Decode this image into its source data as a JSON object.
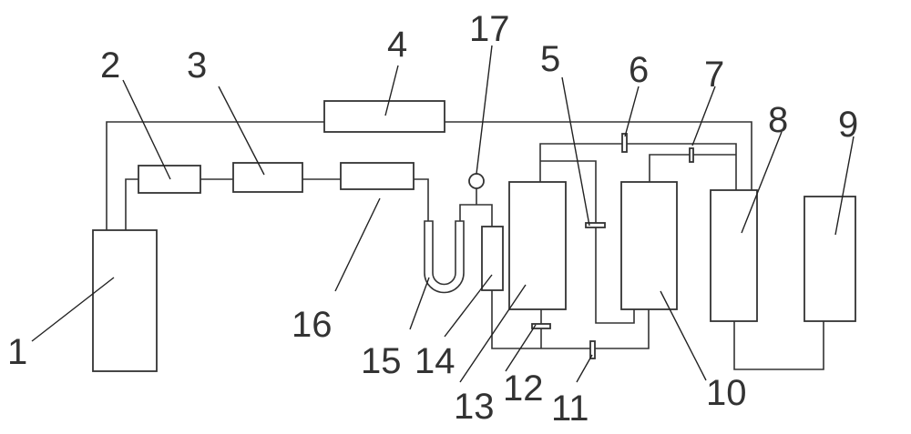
{
  "labels": {
    "c1": "1",
    "c2": "2",
    "c3": "3",
    "c4": "4",
    "c5": "5",
    "c6": "6",
    "c7": "7",
    "c8": "8",
    "c9": "9",
    "c10": "10",
    "c11": "11",
    "c12": "12",
    "c13": "13",
    "c14": "14",
    "c15": "15",
    "c16": "16",
    "c17": "17"
  }
}
